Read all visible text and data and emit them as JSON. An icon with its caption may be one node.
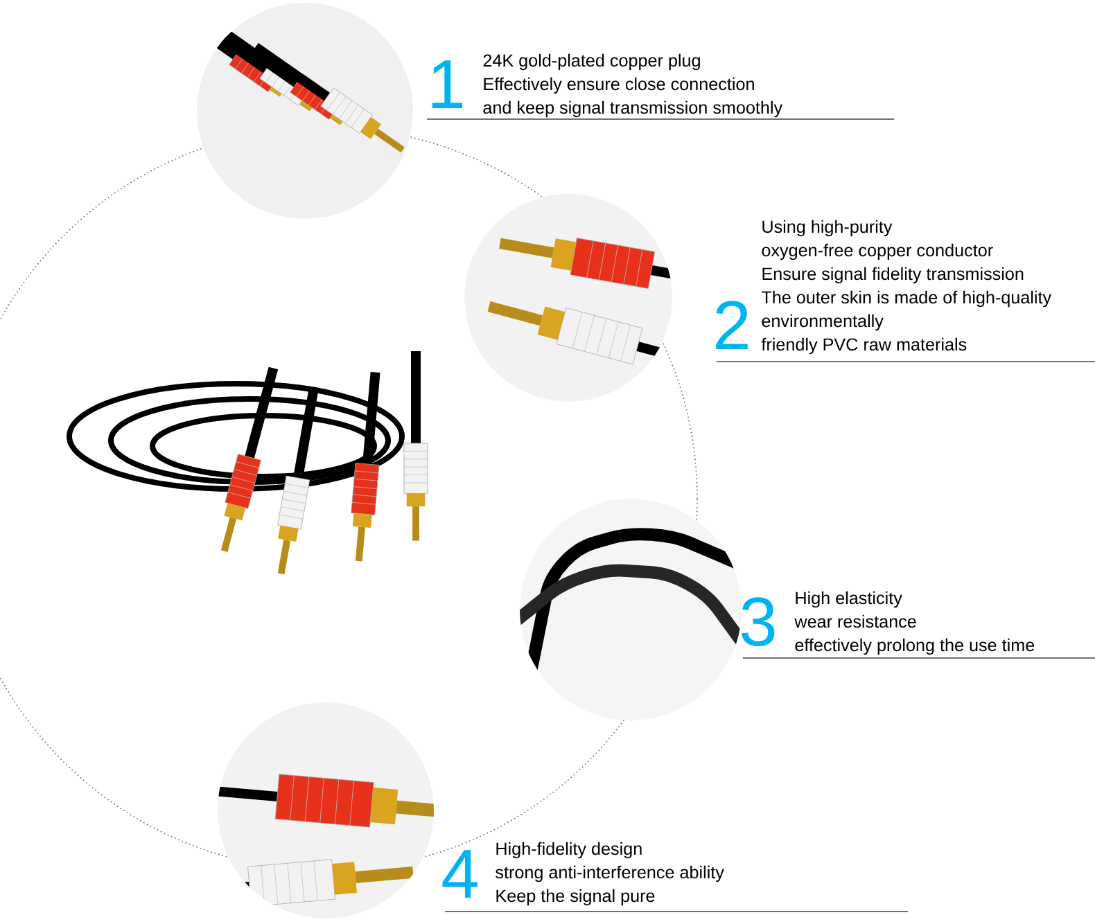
{
  "diagram": {
    "labels": [
      "1",
      "24K gold-plated copper plug",
      "Effectively ensure close connection",
      "and keep signal transmission smoothly",
      "2",
      "Using high-purity",
      "oxygen-free copper conductor",
      "Ensure signal fidelity transmission",
      "The outer skin is made of high-quality",
      "environmentally",
      "friendly PVC raw materials",
      "3",
      "High elasticity",
      "wear resistance",
      "effectively prolong the use time",
      "4",
      "High-fidelity design",
      "strong anti-interference ability",
      "Keep the signal pure"
    ]
  }
}
